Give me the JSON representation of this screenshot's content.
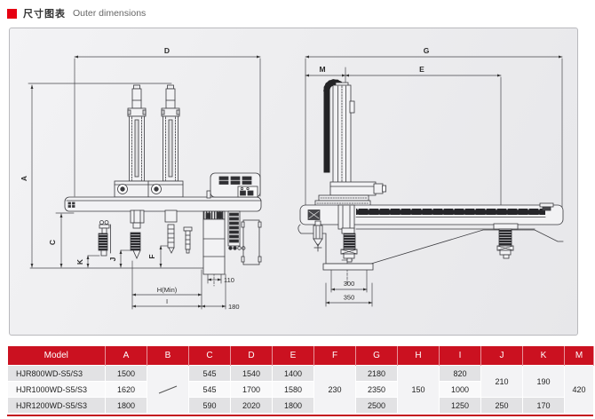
{
  "header": {
    "title_zh": "尺寸图表",
    "title_en": "Outer dimensions"
  },
  "diagrams": {
    "front_view": {
      "dim_D": "D",
      "dim_A": "A",
      "dim_C": "C",
      "dim_K": "K",
      "dim_J": "J",
      "dim_F": "F",
      "dim_H_min": "H(Min)",
      "dim_I": "I",
      "dim_110": "110",
      "dim_180": "180"
    },
    "side_view": {
      "dim_G": "G",
      "dim_M": "M",
      "dim_E": "E",
      "dim_300": "300",
      "dim_350": "350"
    }
  },
  "table": {
    "columns": [
      "Model",
      "A",
      "B",
      "C",
      "D",
      "E",
      "F",
      "G",
      "H",
      "I",
      "J",
      "K",
      "M"
    ],
    "rows": [
      {
        "model": "HJR800WD-S5/S3",
        "A": "1500",
        "C": "545",
        "D": "1540",
        "E": "1400",
        "G": "2180",
        "I": "820"
      },
      {
        "model": "HJR1000WD-S5/S3",
        "A": "1620",
        "C": "545",
        "D": "1700",
        "E": "1580",
        "G": "2350",
        "I": "1000"
      },
      {
        "model": "HJR1200WD-S5/S3",
        "A": "1800",
        "C": "590",
        "D": "2020",
        "E": "1800",
        "G": "2500",
        "I": "1250",
        "J": "250",
        "K": "170"
      }
    ],
    "merged": {
      "B": "/",
      "F": "230",
      "H": "150",
      "M": "420",
      "J_rows_1_2": "210",
      "K_rows_1_2": "190"
    }
  },
  "colors": {
    "accent_red": "#e60012",
    "table_header_red": "#cb1120"
  }
}
